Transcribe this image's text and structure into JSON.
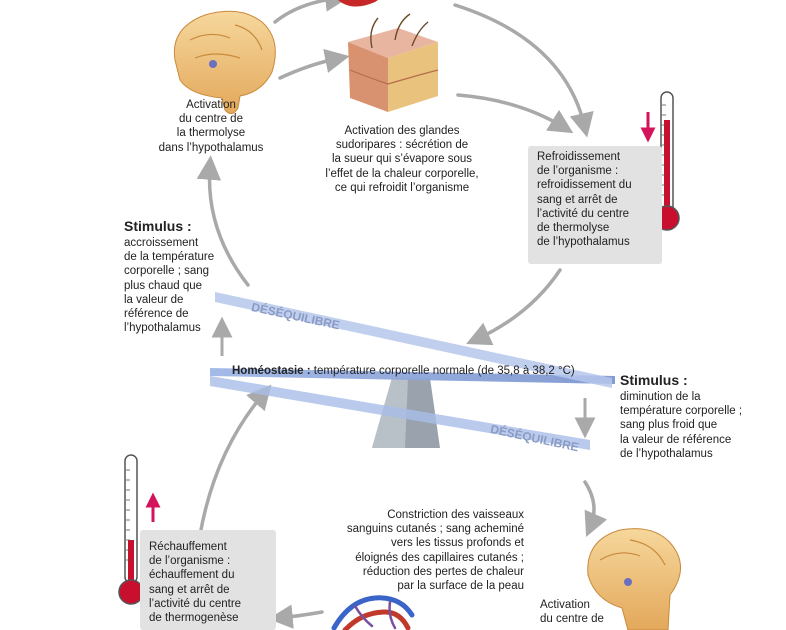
{
  "top_left_caption": "Activation\ndu centre de\nla thermolyse\ndans l’hypothalamus",
  "top_center_caption": "Activation des glandes\nsudoripares : sécrétion de\nla sueur qui s’évapore sous\nl’effet de la chaleur corporelle,\nce qui refroidit l’organisme",
  "top_right_box": "Refroidissement\nde l’organisme :\nrefroidissement du\nsang et arrêt de\nl’activité du centre\nde thermolyse\nde l’hypothalamus",
  "stimulus_left": {
    "title": "Stimulus :",
    "text": "accroissement\nde la température\ncorporelle ; sang\nplus chaud que\nla valeur de\nréférence de\nl’hypothalamus"
  },
  "homeostasis": {
    "label": "Homéostasie :",
    "text": " température corporelle normale (de 35,8 à 38,2 °C)"
  },
  "desequilibre_top": "DÉSÉQUILIBRE",
  "desequilibre_bottom": "DÉSÉQUILIBRE",
  "stimulus_right": {
    "title": "Stimulus :",
    "text": "diminution de la\ntempérature corporelle ;\nsang plus froid que\nla valeur de référence\nde l’hypothalamus"
  },
  "bottom_center_caption": "Constriction des vaisseaux\nsanguins cutanés ; sang acheminé\nvers les tissus profonds et\néloignés des capillaires cutanés ;\nréduction des pertes de chaleur\npar la surface de la peau",
  "bottom_left_box": "Réchauffement\nde l’organisme :\néchauffement du\nsang et arrêt de\nl’activité du centre\nde thermogenèse",
  "bottom_right_caption": "Activation\ndu centre de",
  "colors": {
    "arrow": "#a9a9a9",
    "seesaw": "#8fa7d9",
    "box": "#e2e2e2",
    "accent_red": "#d4145a",
    "brain": "#f0c27a"
  }
}
